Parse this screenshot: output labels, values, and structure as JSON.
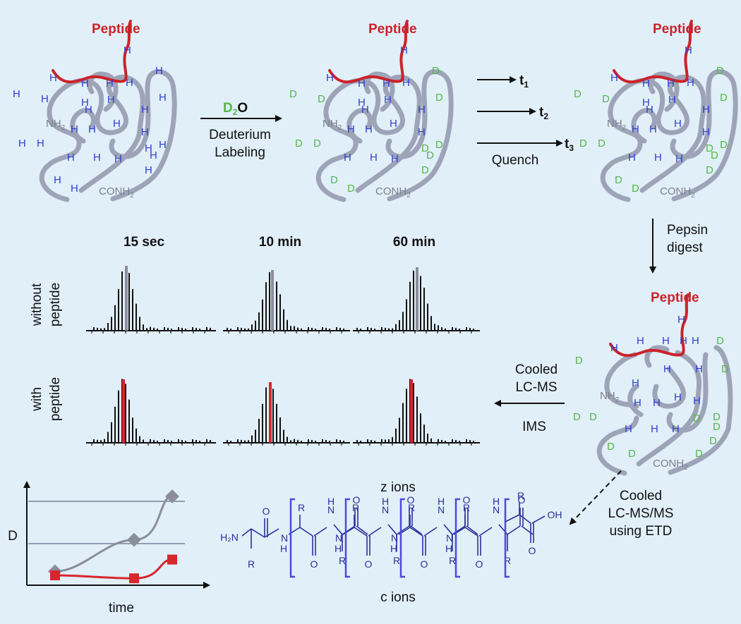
{
  "protein_labels": {
    "peptide": "Peptide",
    "n_term": "NH",
    "n_term_sub": "2",
    "c_term": "CONH",
    "c_term_sub": "2",
    "h": "H",
    "d": "D"
  },
  "steps": {
    "d2o_d": "D",
    "d2o_sub": "2",
    "d2o_o": "O",
    "labeling_line1": "Deuterium",
    "labeling_line2": "Labeling",
    "t1": "t",
    "t1_sub": "1",
    "t2": "t",
    "t2_sub": "2",
    "t3": "t",
    "t3_sub": "3",
    "quench": "Quench",
    "pepsin_line1": "Pepsin",
    "pepsin_line2": "digest",
    "lcms_line1": "Cooled",
    "lcms_line2": "LC-MS",
    "ims": "IMS",
    "msms_line1": "Cooled",
    "msms_line2": "LC-MS/MS",
    "msms_line3": "using ETD"
  },
  "spectra": {
    "times": [
      "15 sec",
      "10 min",
      "60 min"
    ],
    "row_without_line1": "without",
    "row_without_line2": "peptide",
    "row_with_line1": "with",
    "row_with_line2": "peptide",
    "peak_color_without": "#8a8e9a",
    "peak_color_with": "#d7262c"
  },
  "chart_data": {
    "type": "line",
    "xlabel": "time",
    "ylabel": "D",
    "series": [
      {
        "color": "#8a8e9a",
        "values": [
          0.14,
          0.46,
          0.9
        ]
      },
      {
        "color": "#d7262c",
        "values": [
          0.1,
          0.07,
          0.26
        ]
      }
    ]
  },
  "fragmentation": {
    "z_ions": "z ions",
    "c_ions": "c ions",
    "h2n": "H₂N",
    "r": "R",
    "o": "O",
    "n": "N",
    "h": "H",
    "oh": "OH"
  },
  "colors": {
    "background": "#e1eff9",
    "protein": "#9ea4b8",
    "peptide": "#cc2229",
    "hydrogen": "#2f3fcc",
    "deuterium": "#52b848",
    "bracket": "#4a4adf"
  }
}
